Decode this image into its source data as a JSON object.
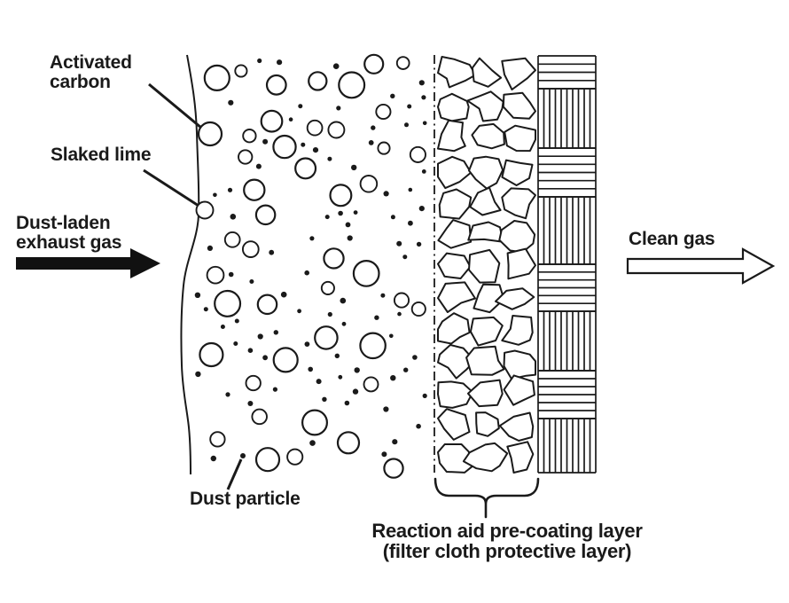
{
  "colors": {
    "ink": "#1a1a1a",
    "paper": "#ffffff"
  },
  "labels": {
    "activated_carbon": {
      "line1": "Activated",
      "line2": "carbon"
    },
    "slaked_lime": "Slaked lime",
    "dust_laden": {
      "line1": "Dust-laden",
      "line2": "exhaust gas"
    },
    "clean_gas": "Clean gas",
    "dust_particle": "Dust particle",
    "precoat_caption": {
      "line1": "Reaction aid pre-coating layer",
      "line2": "(filter cloth protective layer)"
    }
  }
}
